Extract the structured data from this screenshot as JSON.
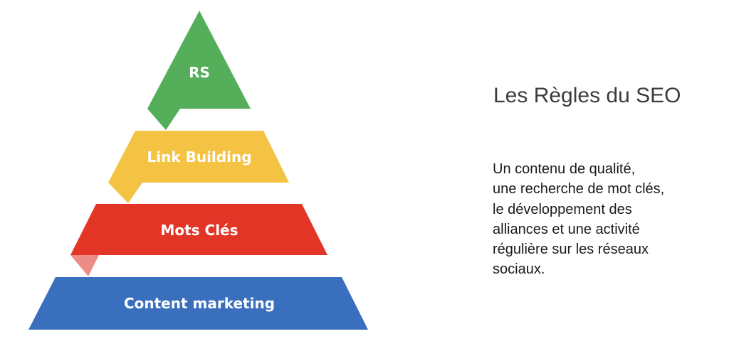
{
  "diagram": {
    "tiers": [
      {
        "id": "rs",
        "label": "RS",
        "color": "#55ae5a",
        "tab_color": "#55ae5a"
      },
      {
        "id": "link-building",
        "label": "Link Building",
        "color": "#f5c343",
        "tab_color": "#f5c343"
      },
      {
        "id": "mots-cles",
        "label": "Mots Clés",
        "color": "#e33526",
        "tab_color": "#ed8c87"
      },
      {
        "id": "content-marketing",
        "label": "Content marketing",
        "color": "#3a6fbd"
      }
    ]
  },
  "panel": {
    "title": "Les Règles du SEO",
    "description_lines": [
      "Un contenu de qualité,",
      "une recherche de mot clés,",
      "le développement des",
      "alliances et une activité",
      "régulière sur les réseaux",
      "sociaux."
    ]
  }
}
